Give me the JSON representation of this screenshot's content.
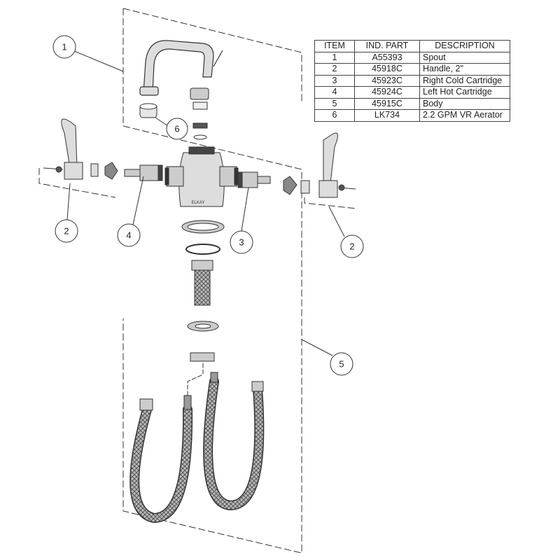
{
  "parts_table": {
    "headers": [
      "ITEM",
      "IND. PART",
      "DESCRIPTION"
    ],
    "rows": [
      {
        "item": "1",
        "part": "A55393",
        "description": "Spout"
      },
      {
        "item": "2",
        "part": "45918C",
        "description": "Handle, 2\""
      },
      {
        "item": "3",
        "part": "45923C",
        "description": "Right Cold Cartridge"
      },
      {
        "item": "4",
        "part": "45924C",
        "description": "Left Hot Cartridge"
      },
      {
        "item": "5",
        "part": "45915C",
        "description": "Body"
      },
      {
        "item": "6",
        "part": "LK734",
        "description": "2.2 GPM VR Aerator"
      }
    ]
  },
  "callouts": [
    "1",
    "6",
    "2",
    "4",
    "3",
    "2",
    "5"
  ],
  "body_logo": "ELKAY"
}
